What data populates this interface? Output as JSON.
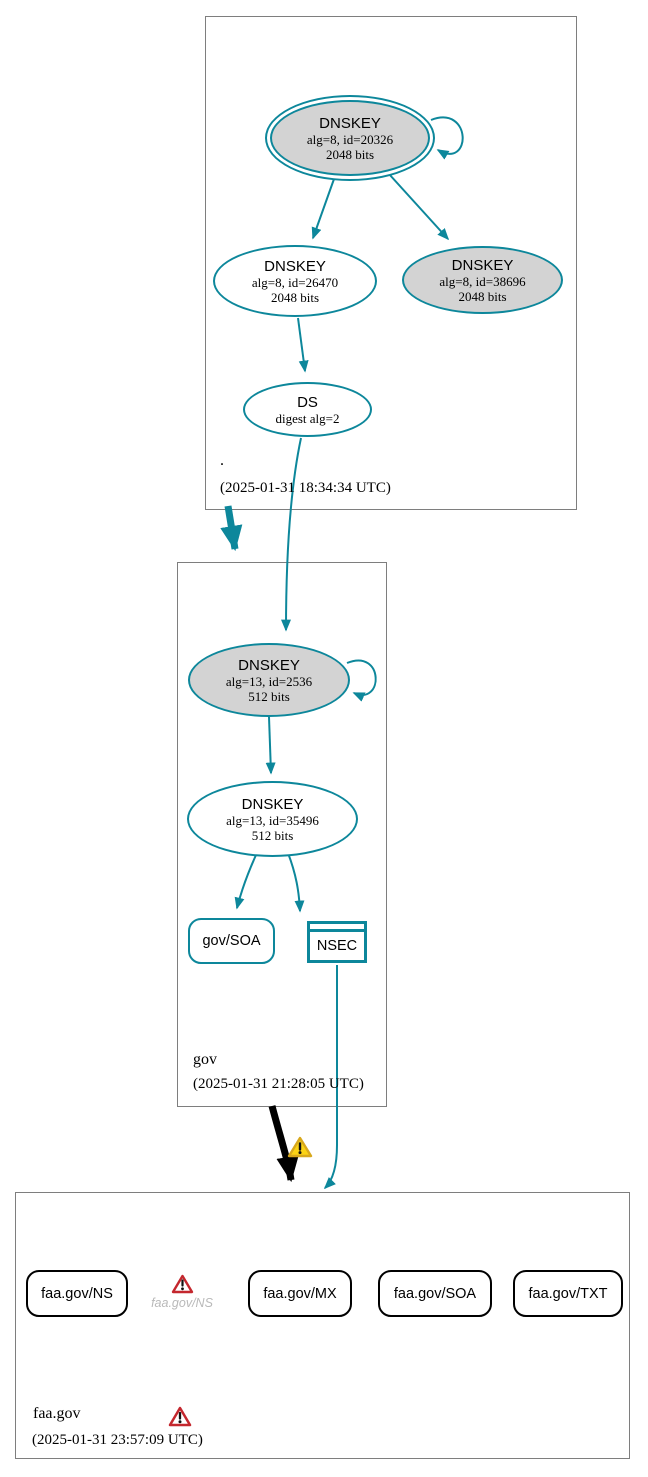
{
  "diagram": "DNSSEC authentication chain graph",
  "colors": {
    "secure_edge": "#0d879b",
    "bogus_edge": "#000000",
    "node_fill": "#d3d3d3",
    "warning_yellow": "#fbd315",
    "error_red": "#c4272e",
    "ghost_text": "#b9b9b9"
  },
  "zones": {
    "root": {
      "label": ".",
      "timestamp": "(2025-01-31 18:34:34 UTC)",
      "ksk": {
        "title": "DNSKEY",
        "detail1": "alg=8, id=20326",
        "detail2": "2048 bits"
      },
      "zsk": {
        "title": "DNSKEY",
        "detail1": "alg=8, id=26470",
        "detail2": "2048 bits"
      },
      "key3": {
        "title": "DNSKEY",
        "detail1": "alg=8, id=38696",
        "detail2": "2048 bits"
      },
      "ds": {
        "title": "DS",
        "detail1": "digest alg=2"
      }
    },
    "gov": {
      "label": "gov",
      "timestamp": "(2025-01-31 21:28:05 UTC)",
      "ksk": {
        "title": "DNSKEY",
        "detail1": "alg=13, id=2536",
        "detail2": "512 bits"
      },
      "zsk": {
        "title": "DNSKEY",
        "detail1": "alg=13, id=35496",
        "detail2": "512 bits"
      },
      "soa": {
        "label": "gov/SOA"
      },
      "nsec": {
        "label": "NSEC"
      }
    },
    "faa": {
      "label": "faa.gov",
      "timestamp": "(2025-01-31 23:57:09 UTC)",
      "rrsets": [
        {
          "label": "faa.gov/NS"
        },
        {
          "label": "faa.gov/MX"
        },
        {
          "label": "faa.gov/SOA"
        },
        {
          "label": "faa.gov/TXT"
        }
      ],
      "ghost": {
        "label": "faa.gov/NS"
      }
    }
  }
}
